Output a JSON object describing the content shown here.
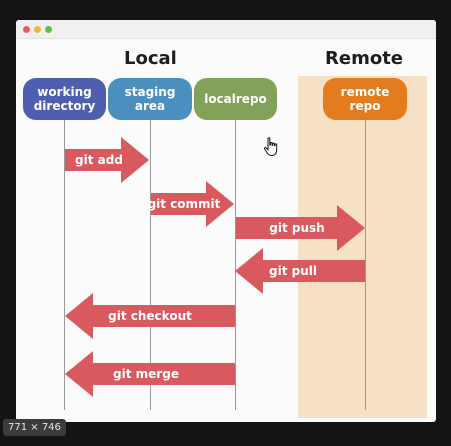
{
  "headings": {
    "local": "Local",
    "remote": "Remote"
  },
  "nodes": {
    "working": "working directory",
    "staging": "staging area",
    "localrepo": "localrepo",
    "remote": "remote repo"
  },
  "commands": {
    "add": "git add",
    "commit": "git commit",
    "push": "git push",
    "pull": "git pull",
    "checkout": "git checkout",
    "merge": "git merge"
  },
  "image_size": "771 × 746",
  "colors": {
    "arrow": "#d85a5e",
    "working": "#4f5faf",
    "staging": "#4b8fbf",
    "localrepo": "#82a25a",
    "remote": "#e27c1e",
    "remote_panel": "#f6e1c4"
  },
  "icons": {
    "cursor": "hand-pointer-icon"
  }
}
